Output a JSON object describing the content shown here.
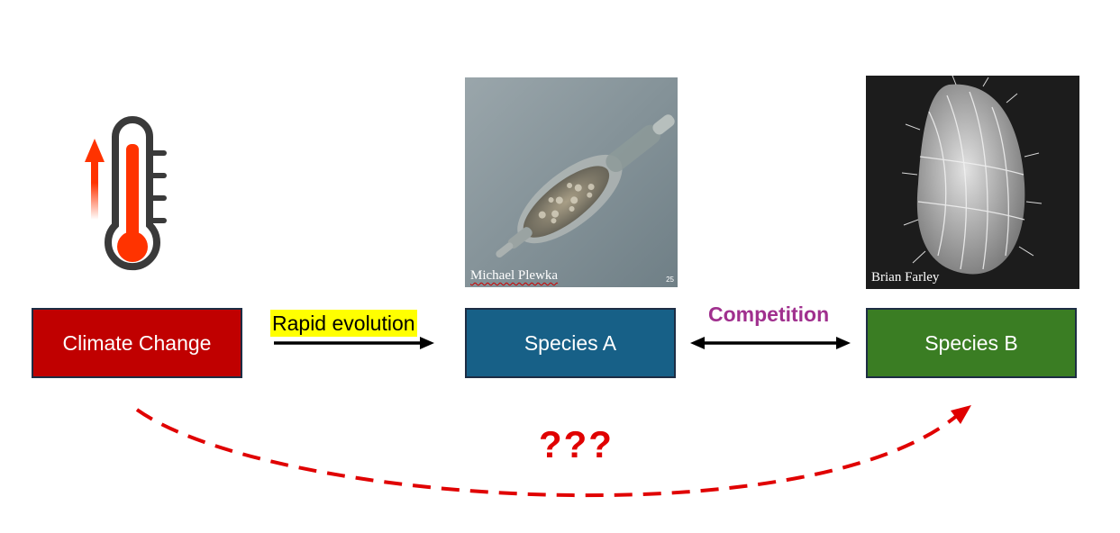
{
  "nodes": {
    "climate": "Climate Change",
    "species_a": "Species A",
    "species_b": "Species B"
  },
  "edges": {
    "rapid_evolution": "Rapid evolution",
    "competition": "Competition",
    "unknown": "???"
  },
  "photos": {
    "a_credit": "Michael Plewka",
    "a_number": "25",
    "b_credit": "Brian Farley"
  },
  "icons": {
    "thermometer": "thermometer-icon",
    "temperature_up": "arrow-up-icon"
  },
  "colors": {
    "climate": "#c00000",
    "species_a": "#176087",
    "species_b": "#3a7d23",
    "competition_text": "#a0308e",
    "dashed_arrow": "#e00000",
    "highlight": "#ffff00"
  }
}
